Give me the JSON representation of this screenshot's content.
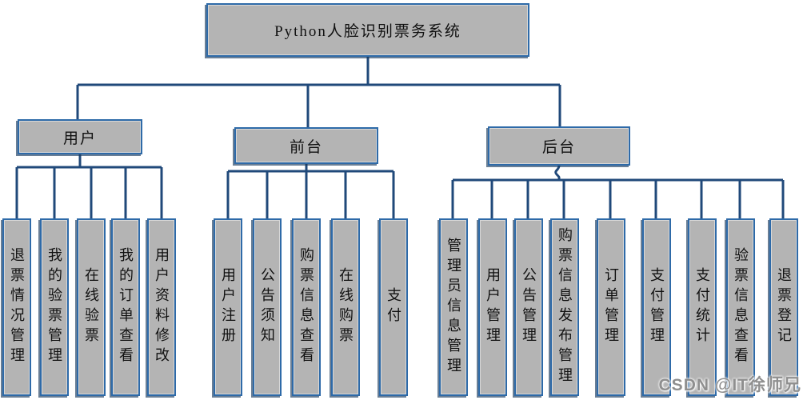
{
  "root": {
    "label": "Python人脸识别票务系统"
  },
  "branches": [
    {
      "label": "用户",
      "children": [
        "退票情况管理",
        "我的验票管理",
        "在线验票",
        "我的订单查看",
        "用户资料修改"
      ]
    },
    {
      "label": "前台",
      "children": [
        "用户注册",
        "公告须知",
        "购票信息查看",
        "在线购票",
        "支付"
      ]
    },
    {
      "label": "后台",
      "children": [
        "管理员信息管理",
        "用户管理",
        "公告管理",
        "购票信息发布管理",
        "订单管理",
        "支付管理",
        "支付统计",
        "验票信息查看",
        "退票登记"
      ]
    }
  ],
  "watermark": {
    "text": "CSDN @IT徐师兄"
  },
  "colors": {
    "box_fill": "#b4b4b4",
    "box_border": "#2e6aa8",
    "box_shadow": "#1a3a5e",
    "connector": "#20497a",
    "background": "#ffffff",
    "watermark_text": "#8f8f8f"
  }
}
